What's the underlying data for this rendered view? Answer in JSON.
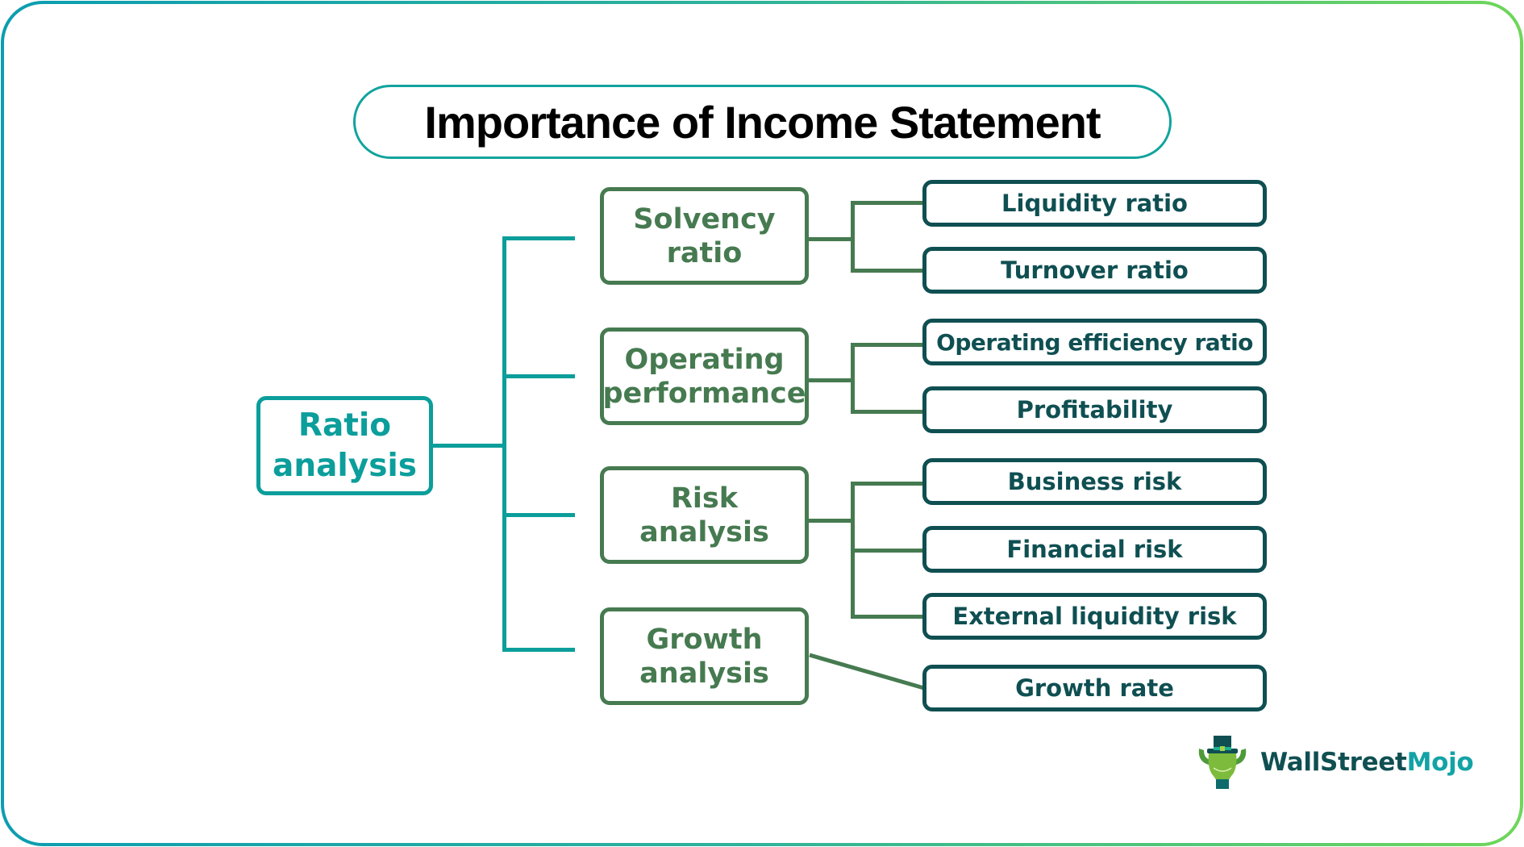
{
  "title": "Importance of Income Statement",
  "root": {
    "line1": "Ratio",
    "line2": "analysis"
  },
  "categories": [
    {
      "line1": "Solvency",
      "line2": "ratio",
      "children": [
        "Liquidity ratio",
        "Turnover ratio"
      ]
    },
    {
      "line1": "Operating",
      "line2": "performance",
      "children": [
        "Operating efficiency ratio",
        "Profitability"
      ]
    },
    {
      "line1": "Risk",
      "line2": "analysis",
      "children": [
        "Business risk",
        "Financial risk",
        "External liquidity risk"
      ]
    },
    {
      "line1": "Growth",
      "line2": "analysis",
      "children": [
        "Growth rate"
      ]
    }
  ],
  "brand": {
    "part1": "WallStreet",
    "part2": "Mojo",
    "logo_icon": "bull-with-top-hat-icon"
  },
  "colors": {
    "root": "#0b9e9b",
    "category": "#467a50",
    "leaf": "#0f4f52",
    "title_border": "#11a39d",
    "frame_gradient_start": "#0b9db1",
    "frame_gradient_end": "#6fd65a"
  }
}
